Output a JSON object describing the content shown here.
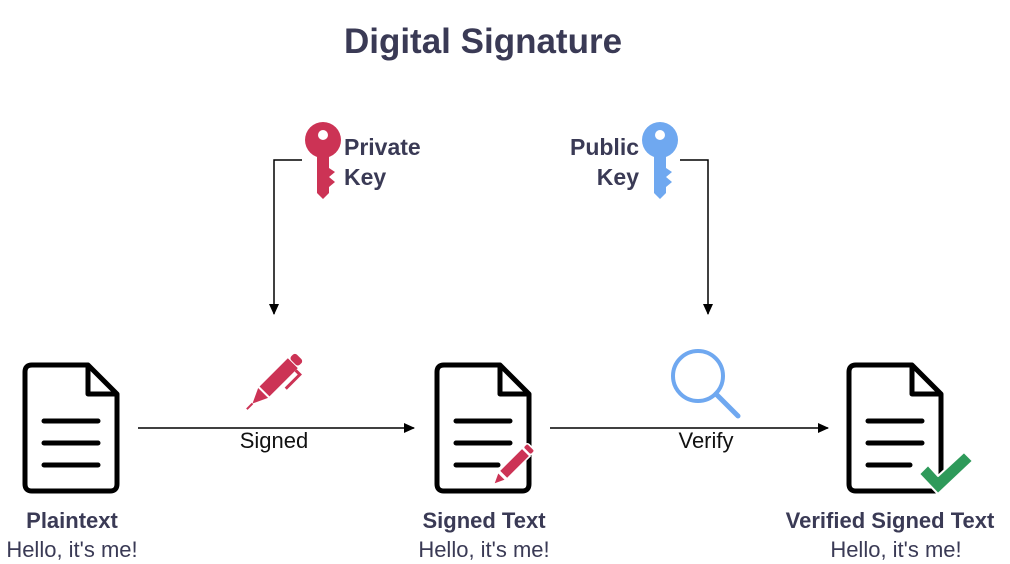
{
  "diagram": {
    "title": "Digital Signature",
    "private_key": {
      "line1": "Private",
      "line2": "Key"
    },
    "public_key": {
      "line1": "Public",
      "line2": "Key"
    },
    "edges": {
      "signed": "Signed",
      "verify": "Verify"
    },
    "documents": [
      {
        "title": "Plaintext",
        "text": "Hello, it's me!"
      },
      {
        "title": "Signed Text",
        "text": "Hello, it's me!"
      },
      {
        "title": "Verified Signed Text",
        "text": "Hello, it's me!"
      }
    ],
    "colors": {
      "private_key": "#cc3355",
      "public_key": "#6fa8f0",
      "pen": "#cc3355",
      "magnifier": "#6fa8f0",
      "check": "#2e9a5a",
      "text": "#3a3a55"
    }
  }
}
